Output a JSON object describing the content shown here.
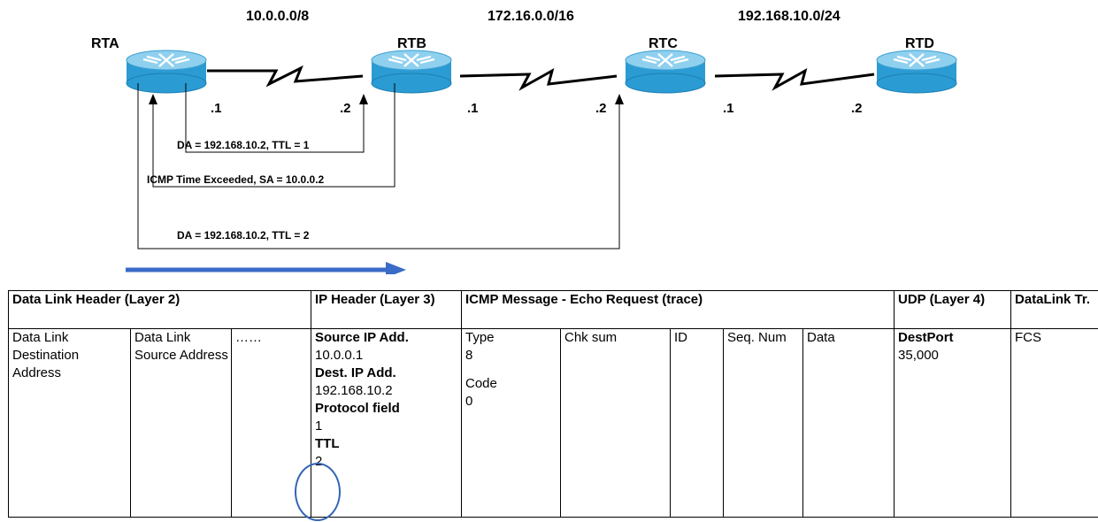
{
  "networks": [
    "10.0.0.0/8",
    "172.16.0.0/16",
    "192.168.10.0/24"
  ],
  "routers": [
    "RTA",
    "RTB",
    "RTC",
    "RTD"
  ],
  "interfaces": [
    ".1",
    ".2",
    ".1",
    ".2",
    ".1",
    ".2"
  ],
  "flows": {
    "probe1": "DA = 192.168.10.2,   TTL = 1",
    "reply": "ICMP Time Exceeded, SA =  10.0.0.2",
    "probe2": "DA = 192.168.10.2,   TTL = 2"
  },
  "colors": {
    "router_top": "#8fd0ef",
    "router_side": "#2b9bd3",
    "arrow": "#3a6bc7",
    "circle": "#3465b4"
  },
  "table": {
    "headers": {
      "datalink": "Data Link Header (Layer 2)",
      "ip": "IP Header (Layer 3)",
      "icmp": "ICMP Message - Echo Request (trace)",
      "udp": "UDP (Layer 4)",
      "trailer": "DataLink Tr."
    },
    "cells": {
      "dl_dest": "Data Link Destination Address",
      "dl_src": "Data Link Source Address",
      "dl_more": "……",
      "ip_src_label": "Source IP Add.",
      "ip_src_value": "10.0.0.1",
      "ip_dst_label": "Dest. IP Add.",
      "ip_dst_value": "192.168.10.2",
      "ip_proto_label": "Protocol field",
      "ip_proto_value": "1",
      "ip_ttl_label": "TTL",
      "ip_ttl_value": "2",
      "type_label": "Type",
      "type_value": "8",
      "code_label": "Code",
      "code_value": "0",
      "chk": "Chk sum",
      "id": "ID",
      "seq": "Seq. Num",
      "data": "Data",
      "destport_label": "DestPort",
      "destport_value": "35,000",
      "fcs": "FCS"
    }
  }
}
